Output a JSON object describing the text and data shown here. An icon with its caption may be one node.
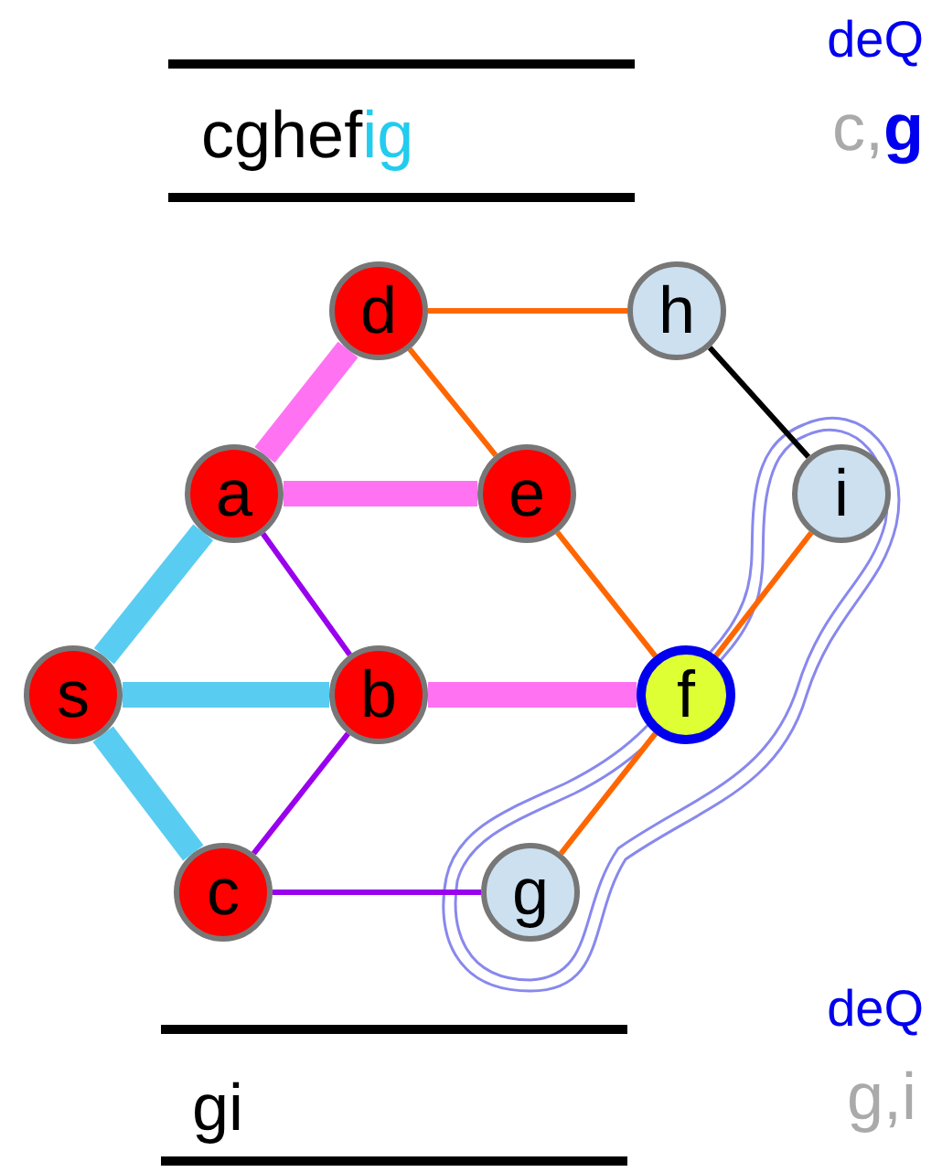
{
  "diagram": {
    "nodes": [
      {
        "text": [
          "d"
        ]
      },
      {
        "text": [
          "h"
        ]
      },
      {
        "text": [
          "a"
        ]
      },
      {
        "text": [
          "e"
        ]
      },
      {
        "text": [
          "i"
        ]
      },
      {
        "text": [
          "s"
        ]
      },
      {
        "text": [
          "b"
        ]
      },
      {
        "text": [
          "f"
        ]
      },
      {
        "text": [
          "c"
        ]
      },
      {
        "text": [
          "g"
        ]
      }
    ],
    "edges": [
      {
        "from": 0,
        "to": 1,
        "arrow": "none"
      },
      {
        "from": 0,
        "to": 3,
        "arrow": "none"
      },
      {
        "from": 1,
        "to": 4,
        "arrow": "none",
        "color": "#000000"
      },
      {
        "from": 4,
        "to": 7,
        "arrow": "none"
      },
      {
        "from": 3,
        "to": 7,
        "arrow": "none"
      },
      {
        "from": 7,
        "to": 9,
        "arrow": "none"
      },
      {
        "from": 2,
        "to": 6,
        "arrow": "none",
        "color": "#9900ee"
      },
      {
        "from": 6,
        "to": 8,
        "arrow": "none",
        "color": "#9900ee"
      },
      {
        "from": 8,
        "to": 9,
        "arrow": "none",
        "color": "#9900ee"
      },
      {
        "from": 2,
        "to": 0,
        "arrow": "none",
        "style": "thick",
        "color": "#ff44ee"
      },
      {
        "from": 2,
        "to": 3,
        "arrow": "none",
        "style": "thick",
        "color": "#ff44ee"
      },
      {
        "from": 6,
        "to": 7,
        "arrow": "none",
        "style": "thick",
        "color": "#ff44ee"
      },
      {
        "from": 5,
        "to": 2,
        "arrow": "none",
        "style": "thick",
        "color": "#22bbee"
      },
      {
        "from": 5,
        "to": 6,
        "arrow": "none",
        "style": "thick",
        "color": "#22bbee"
      },
      {
        "from": 5,
        "to": 8,
        "arrow": "none",
        "style": "thick",
        "color": "#22bbee"
      }
    ],
    "labels": [
      "deQ",
      "cghef",
      "ig",
      "c,",
      "g",
      "deQ",
      "gi",
      "g,i"
    ]
  }
}
